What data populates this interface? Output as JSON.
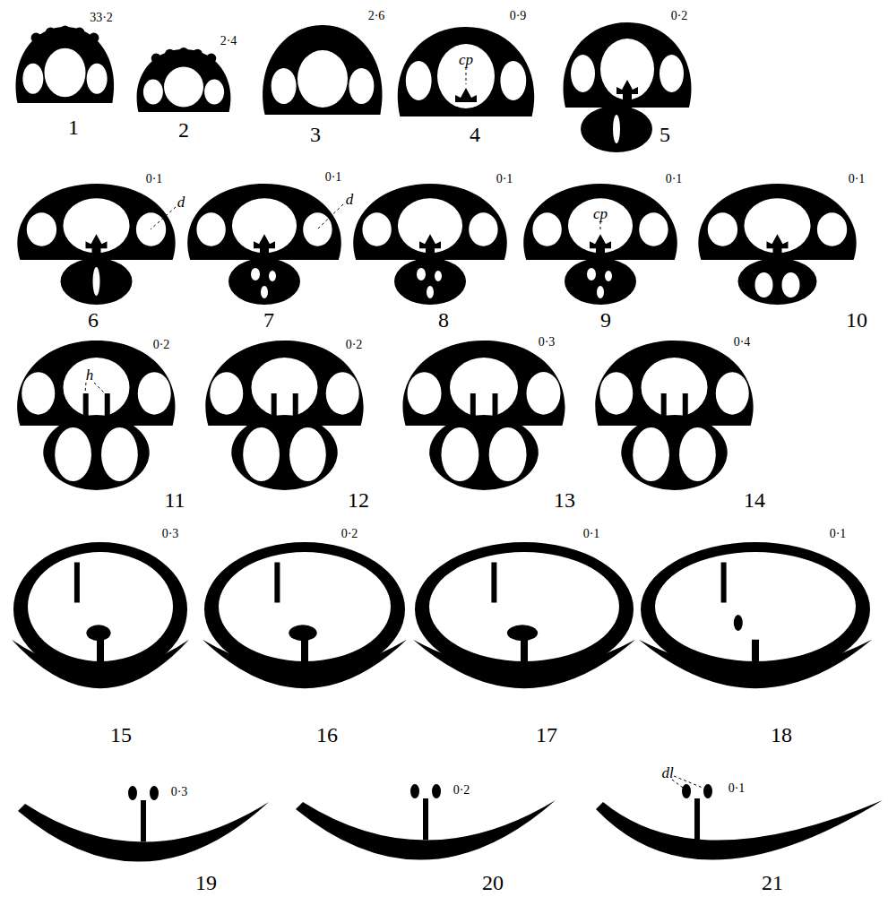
{
  "diagram": {
    "labels": [
      "33·2",
      "2·4",
      "2·6",
      "0·9",
      "cp",
      "0·2",
      "1",
      "2",
      "3",
      "4",
      "5",
      "0·1",
      "d",
      "0·1",
      "d",
      "0·1",
      "0·1",
      "cp",
      "0·1",
      "6",
      "7",
      "8",
      "9",
      "10",
      "0·2",
      "h",
      "0·2",
      "0·3",
      "0·4",
      "11",
      "12",
      "13",
      "14",
      "0·3",
      "0·2",
      "0·1",
      "0·1",
      "15",
      "16",
      "17",
      "18",
      "0·3",
      "0·2",
      "0·1",
      "dl",
      "19",
      "20",
      "21"
    ]
  }
}
